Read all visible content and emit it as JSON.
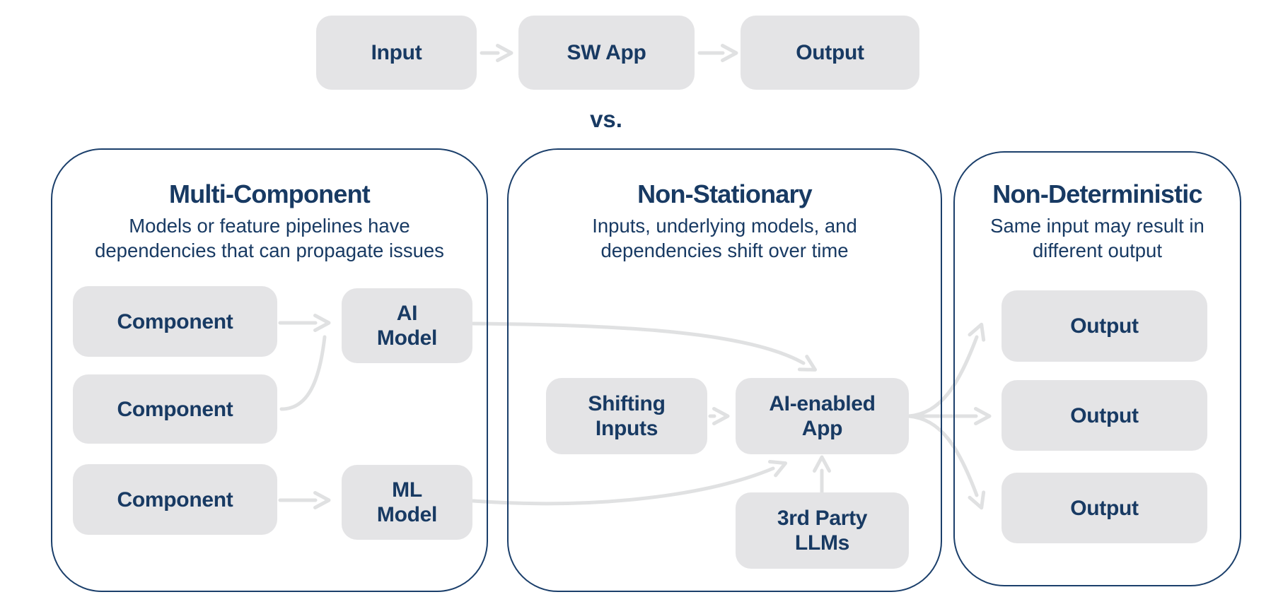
{
  "colors": {
    "navy_text": "#183A63",
    "panel_border": "#1B3F6B",
    "box_fill": "#E4E4E6",
    "arrow": "#E0E1E2",
    "background": "#FFFFFF"
  },
  "top_flow": {
    "input_label": "Input",
    "sw_app_label": "SW App",
    "output_label": "Output",
    "versus_label": "vs."
  },
  "panel_multi_component": {
    "title": "Multi-Component",
    "subtitle_line1": "Models or feature pipelines have",
    "subtitle_line2": "dependencies that can propagate issues",
    "component1_label": "Component",
    "component2_label": "Component",
    "component3_label": "Component",
    "ai_model_line1": "AI",
    "ai_model_line2": "Model",
    "ml_model_line1": "ML",
    "ml_model_line2": "Model"
  },
  "panel_non_stationary": {
    "title": "Non-Stationary",
    "subtitle_line1": "Inputs, underlying models, and",
    "subtitle_line2": "dependencies shift over time",
    "shifting_inputs_line1": "Shifting",
    "shifting_inputs_line2": "Inputs",
    "ai_enabled_app_line1": "AI-enabled",
    "ai_enabled_app_line2": "App",
    "third_party_llms_line1": "3rd Party",
    "third_party_llms_line2": "LLMs"
  },
  "panel_non_deterministic": {
    "title": "Non-Deterministic",
    "subtitle_line1": "Same input may result in",
    "subtitle_line2": "different output",
    "output1_label": "Output",
    "output2_label": "Output",
    "output3_label": "Output"
  }
}
